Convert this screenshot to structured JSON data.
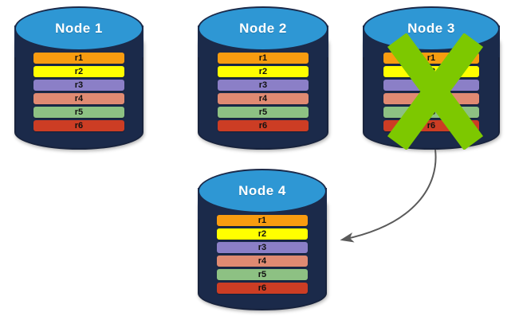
{
  "diagram": {
    "title_prefix": "Node",
    "row_label_key": "r",
    "colors": {
      "cylinder_body": "#1b2a4a",
      "cylinder_top": "#2e97d4",
      "cylinder_border": "#18233d",
      "title_text": "#ffffff",
      "x_mark": "#7dc800",
      "arrow": "#5a5a5a",
      "background": "#ffffff"
    },
    "row_colors": {
      "r1": "#f89c10",
      "r2": "#ffff00",
      "r3": "#8b7fc7",
      "r4": "#e08a72",
      "r5": "#8dc183",
      "r6": "#cc3d24"
    },
    "nodes": [
      {
        "id": "node-1",
        "label": "Node  1",
        "failed": false,
        "rows": [
          {
            "label": "r1",
            "color": "#f89c10"
          },
          {
            "label": "r2",
            "color": "#ffff00"
          },
          {
            "label": "r3",
            "color": "#8b7fc7"
          },
          {
            "label": "r4",
            "color": "#e08a72"
          },
          {
            "label": "r5",
            "color": "#8dc183"
          },
          {
            "label": "r6",
            "color": "#cc3d24"
          }
        ]
      },
      {
        "id": "node-2",
        "label": "Node  2",
        "failed": false,
        "rows": [
          {
            "label": "r1",
            "color": "#f89c10"
          },
          {
            "label": "r2",
            "color": "#ffff00"
          },
          {
            "label": "r3",
            "color": "#8b7fc7"
          },
          {
            "label": "r4",
            "color": "#e08a72"
          },
          {
            "label": "r5",
            "color": "#8dc183"
          },
          {
            "label": "r6",
            "color": "#cc3d24"
          }
        ]
      },
      {
        "id": "node-3",
        "label": "Node  3",
        "failed": true,
        "rows": [
          {
            "label": "r1",
            "color": "#f89c10"
          },
          {
            "label": "r2",
            "color": "#ffff00"
          },
          {
            "label": "r3",
            "color": "#8b7fc7"
          },
          {
            "label": "r4",
            "color": "#e08a72"
          },
          {
            "label": "r5",
            "color": "#8dc183"
          },
          {
            "label": "r6",
            "color": "#cc3d24"
          }
        ]
      },
      {
        "id": "node-4",
        "label": "Node  4",
        "failed": false,
        "rows": [
          {
            "label": "r1",
            "color": "#f89c10"
          },
          {
            "label": "r2",
            "color": "#ffff00"
          },
          {
            "label": "r3",
            "color": "#8b7fc7"
          },
          {
            "label": "r4",
            "color": "#e08a72"
          },
          {
            "label": "r5",
            "color": "#8dc183"
          },
          {
            "label": "r6",
            "color": "#cc3d24"
          }
        ]
      }
    ],
    "annotations": {
      "failure_mark": "X",
      "arrow_from": "node-3",
      "arrow_to": "node-4"
    }
  }
}
